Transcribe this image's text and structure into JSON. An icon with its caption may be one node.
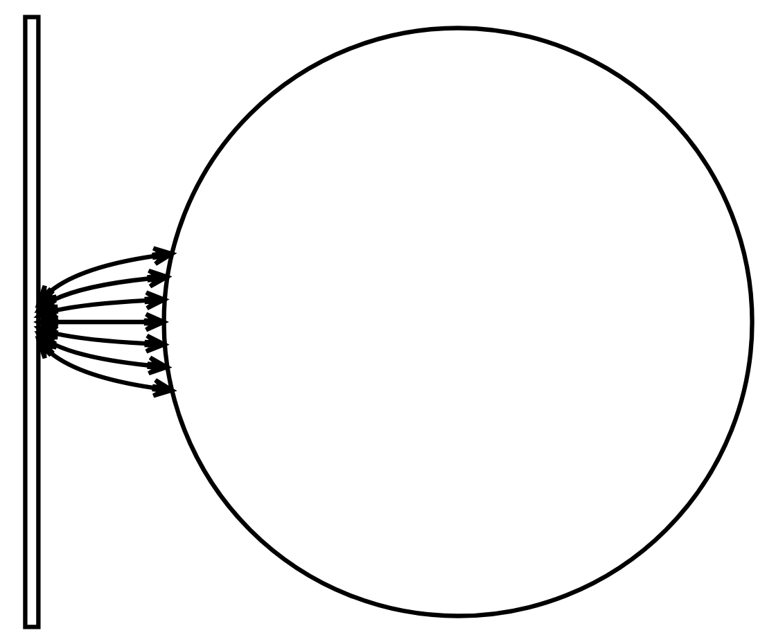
{
  "diagram": {
    "nodes": [
      {
        "text": [],
        "shape": "bar"
      },
      {
        "text": [],
        "shape": "circle"
      }
    ],
    "edges": [
      {
        "from": 0,
        "to": 1,
        "arrow": "both"
      },
      {
        "from": 0,
        "to": 1,
        "arrow": "both"
      },
      {
        "from": 0,
        "to": 1,
        "arrow": "both"
      },
      {
        "from": 0,
        "to": 1,
        "arrow": "both"
      },
      {
        "from": 0,
        "to": 1,
        "arrow": "both"
      },
      {
        "from": 0,
        "to": 1,
        "arrow": "both"
      },
      {
        "from": 0,
        "to": 1,
        "arrow": "both"
      }
    ]
  }
}
